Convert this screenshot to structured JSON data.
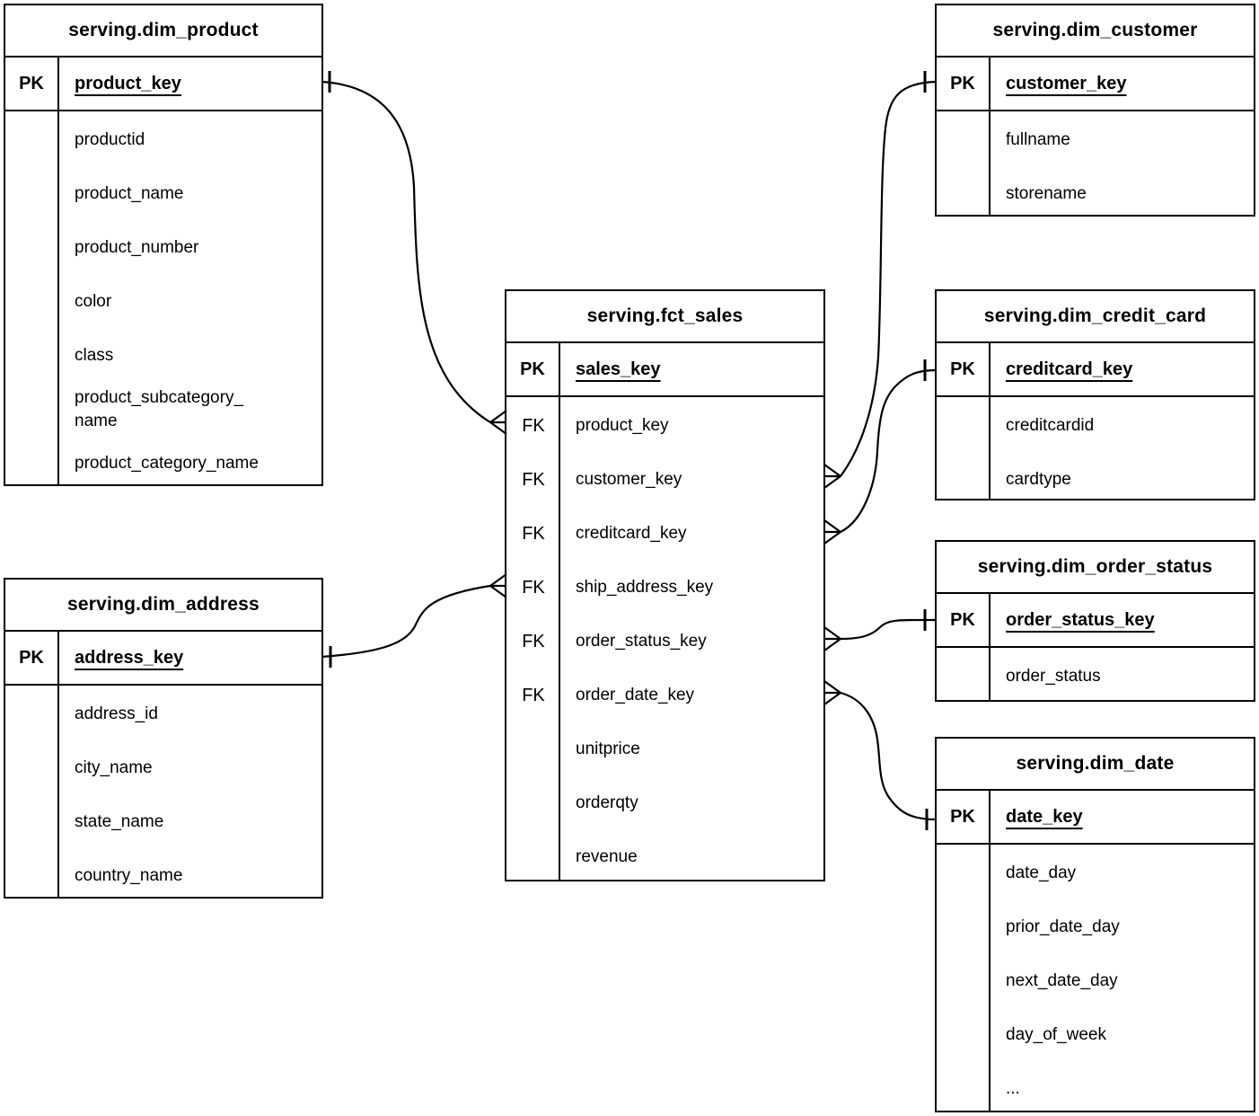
{
  "diagram": {
    "background_color": "#ffffff",
    "line_color": "#000000",
    "notation": "crows-foot",
    "tables": [
      {
        "title": "serving.dim_product",
        "key_tag": "PK",
        "key_field": "product_key",
        "fields": [
          "productid",
          "product_name",
          "product_number",
          "color",
          "class",
          "product_subcategory_\nname",
          "product_category_name"
        ]
      },
      {
        "title": "serving.dim_address",
        "key_tag": "PK",
        "key_field": "address_key",
        "fields": [
          "address_id",
          "city_name",
          "state_name",
          "country_name"
        ]
      },
      {
        "title": "serving.fct_sales",
        "key_tag": "PK",
        "key_field": "sales_key",
        "fk_tag": "FK",
        "fk_fields": [
          "product_key",
          "customer_key",
          "creditcard_key",
          "ship_address_key",
          "order_status_key",
          "order_date_key"
        ],
        "fields": [
          "unitprice",
          "orderqty",
          "revenue"
        ]
      },
      {
        "title": "serving.dim_customer",
        "key_tag": "PK",
        "key_field": "customer_key",
        "fields": [
          "fullname",
          "storename"
        ]
      },
      {
        "title": "serving.dim_credit_card",
        "key_tag": "PK",
        "key_field": "creditcard_key",
        "fields": [
          "creditcardid",
          "cardtype"
        ]
      },
      {
        "title": "serving.dim_order_status",
        "key_tag": "PK",
        "key_field": "order_status_key",
        "fields": [
          "order_status"
        ]
      },
      {
        "title": "serving.dim_date",
        "key_tag": "PK",
        "key_field": "date_key",
        "fields": [
          "date_day",
          "prior_date_day",
          "next_date_day",
          "day_of_week",
          "..."
        ]
      }
    ],
    "relationships": [
      {
        "one": "serving.dim_product.product_key",
        "many": "serving.fct_sales.product_key"
      },
      {
        "one": "serving.dim_address.address_key",
        "many": "serving.fct_sales.ship_address_key"
      },
      {
        "one": "serving.dim_customer.customer_key",
        "many": "serving.fct_sales.customer_key"
      },
      {
        "one": "serving.dim_credit_card.creditcard_key",
        "many": "serving.fct_sales.creditcard_key"
      },
      {
        "one": "serving.dim_order_status.order_status_key",
        "many": "serving.fct_sales.order_status_key"
      },
      {
        "one": "serving.dim_date.date_key",
        "many": "serving.fct_sales.order_date_key"
      }
    ]
  }
}
